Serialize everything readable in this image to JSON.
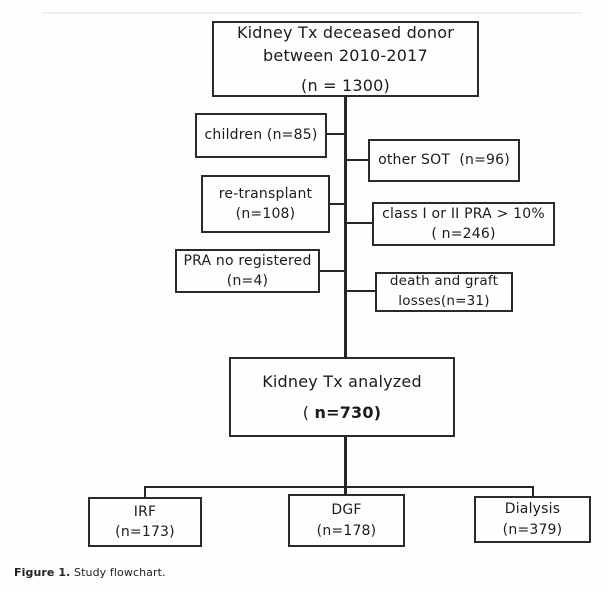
{
  "figure": {
    "type": "flowchart",
    "title": "Study flowchart"
  },
  "boxes": {
    "source": {
      "line1": "Kidney Tx deceased donor",
      "line2": "between 2010-2017",
      "line3": "(n = 1300)",
      "n": 1300
    },
    "children": {
      "line1": "children (n=85)",
      "n": 85
    },
    "other_sot": {
      "line1": "other SOT  (n=96)",
      "n": 96
    },
    "retransplant": {
      "line1": "re-transplant",
      "line2": "(n=108)",
      "n": 108
    },
    "class_pra": {
      "line1": "class I or II PRA > 10%",
      "line2": "( n=246)",
      "n": 246
    },
    "pra_not_registered": {
      "line1": "PRA no registered",
      "line2": "(n=4)",
      "n": 4
    },
    "death_graft": {
      "line1": "death and graft",
      "line2": "losses(n=31)",
      "n": 31
    },
    "analyzed": {
      "line1": "Kidney Tx analyzed",
      "line2_prefix": "( ",
      "line2_bold": "n=730)",
      "n": 730
    },
    "irf": {
      "line1": "IRF",
      "line2": "(n=173)",
      "n": 173
    },
    "dgf": {
      "line1": "DGF",
      "line2": "(n=178)",
      "n": 178
    },
    "dialysis": {
      "line1": "Dialysis",
      "line2": "(n=379)",
      "n": 379
    }
  },
  "caption": {
    "bold": "Figure 1.",
    "rest": " Study flowchart."
  }
}
